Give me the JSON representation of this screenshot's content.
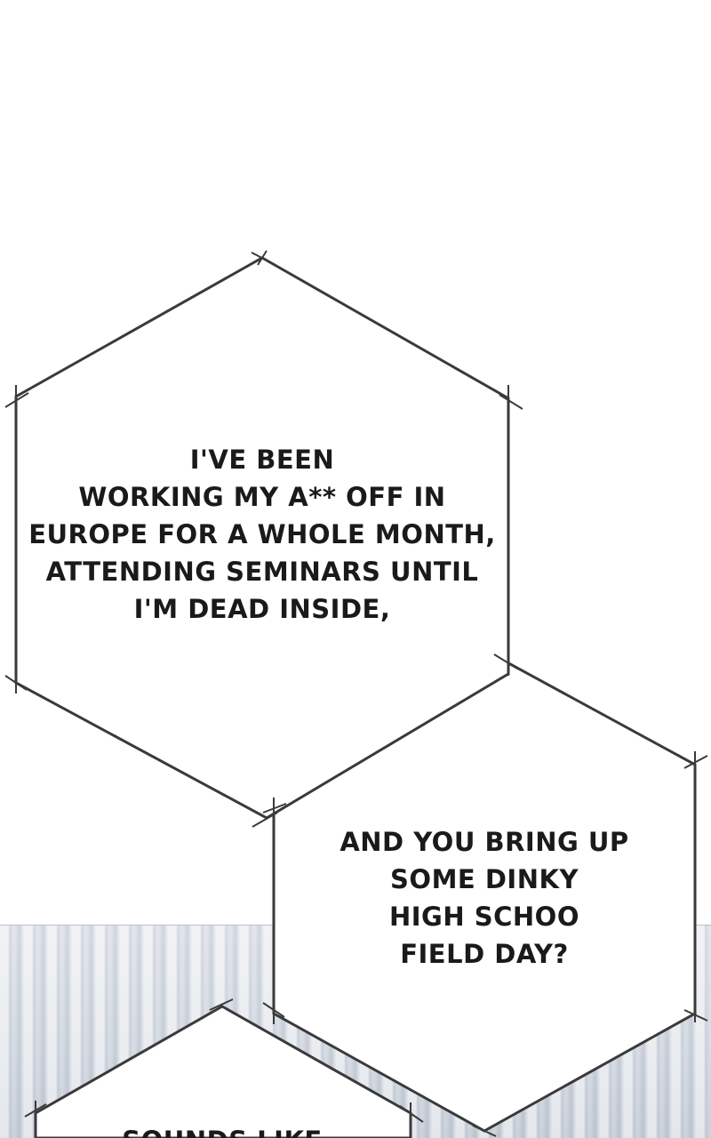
{
  "bubbles": [
    {
      "lines": [
        "I'VE BEEN",
        "WORKING MY A** OFF IN",
        "EUROPE FOR A WHOLE MONTH,",
        "ATTENDING SEMINARS UNTIL",
        "I'M DEAD INSIDE,"
      ]
    },
    {
      "lines": [
        "AND YOU BRING UP",
        "SOME DINKY",
        "HIGH SCHOO",
        "FIELD DAY?"
      ]
    },
    {
      "lines": [
        "SOUNDS LIKE"
      ]
    }
  ],
  "colors": {
    "text": "#1a1a1a",
    "frame": "#3a3a3a",
    "bubble_fill": "#ffffff"
  }
}
